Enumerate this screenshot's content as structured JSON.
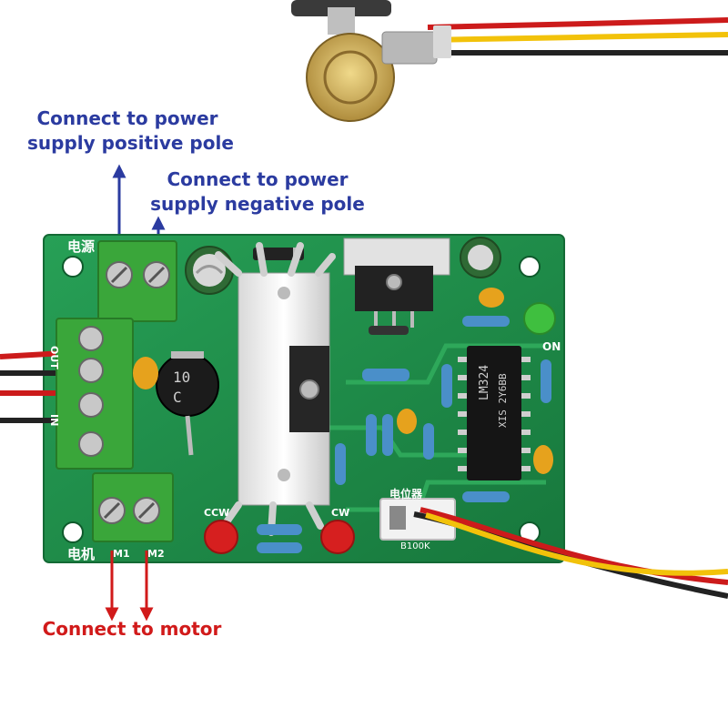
{
  "callouts": {
    "positive": {
      "line1": "Connect to power",
      "line2": "supply positive pole",
      "color": "#2b3ba0"
    },
    "negative": {
      "line1": "Connect to power",
      "line2": "supply negative pole",
      "color": "#2b3ba0"
    },
    "motor": {
      "text": "Connect to motor",
      "color": "#d11a1a"
    }
  },
  "board": {
    "power_label": "电源",
    "motor_label": "电机",
    "m1": "M1",
    "m2": "M2",
    "out": "OUT",
    "in": "IN",
    "ccw": "CCW",
    "cw": "CW",
    "on": "ON",
    "pot_label": "电位器",
    "connector_label": "B100K",
    "ic_line1": "LM324",
    "ic_line2": "XIS 2Y6BB",
    "diode_line1": "10",
    "diode_line2": "C",
    "pcb_color": "#1e8c4a",
    "terminal_color": "#3aa63a"
  }
}
